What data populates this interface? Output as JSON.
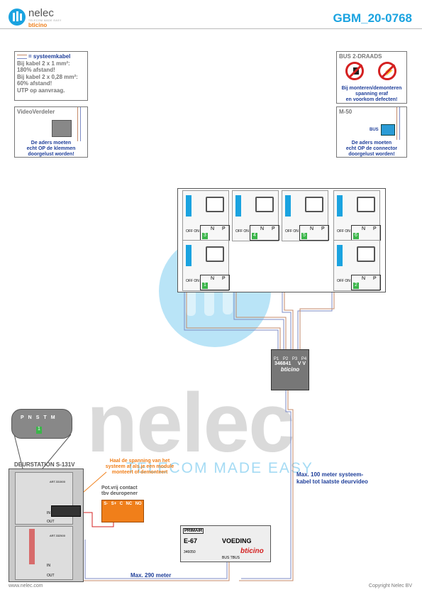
{
  "header": {
    "logo_name": "nelec",
    "logo_tagline": "TELECOM MADE EASY",
    "logo_brand": "bticino",
    "doc_code": "GBM_20-0768"
  },
  "notes": {
    "cable_title": "= systeemkabel",
    "cable_lines": [
      "Bij kabel 2 x 1 mm²:",
      "180% afstand!",
      "Bij kabel 2 x 0,28 mm²:",
      "60% afstand!",
      "UTP op aanvraag."
    ],
    "bus_title": "BUS 2-DRAADS",
    "bus_lines": [
      "Bij monteren/demonteren",
      "spanning eraf",
      "en voorkom defecten!"
    ],
    "vv_title": "VideoVerdeler",
    "vv_lines": [
      "De aders moeten",
      "echt OP de klemmen",
      "doorgelust worden!"
    ],
    "m50_title": "M-50",
    "m50_bus": "BUS",
    "m50_lines": [
      "De aders moeten",
      "echt OP de connector",
      "doorgelust worden!"
    ]
  },
  "stations": [
    {
      "num": "3",
      "n": "N",
      "p": "P",
      "off_on": "OFF ON"
    },
    {
      "num": "4",
      "n": "N",
      "p": "P",
      "off_on": "OFF ON"
    },
    {
      "num": "5",
      "n": "N",
      "p": "P",
      "off_on": "OFF ON"
    },
    {
      "num": "6",
      "n": "N",
      "p": "P",
      "off_on": "OFF ON"
    },
    {
      "num": "1",
      "n": "N",
      "p": "P",
      "off_on": "OFF ON"
    },
    {
      "num": "2",
      "n": "N",
      "p": "P",
      "off_on": "OFF ON"
    }
  ],
  "distributor": {
    "ports": [
      "P1",
      "P2",
      "P3",
      "P4"
    ],
    "code": "346841",
    "vv": "V V",
    "brand": "bticino"
  },
  "door": {
    "title": "DEURSTATION S-131V",
    "module_code1": "ART.331500",
    "module_code2": "ART.332500",
    "in": "IN",
    "out": "OUT",
    "keypad_labels": [
      "P",
      "N",
      "S",
      "T",
      "M"
    ],
    "keypad_num": "1"
  },
  "labels": {
    "voltage_note": [
      "Haal de spanning van het",
      "systeem af als je een module",
      "monteert of demonteert"
    ],
    "relay_title": [
      "Pot.vrij contact",
      "tbv deuropener"
    ],
    "relay_terms": [
      "S-",
      "S+",
      "C",
      "NC",
      "NO"
    ],
    "max100": [
      "Max. 100 meter systeem-",
      "kabel tot laatste deurvideo"
    ],
    "max290": "Max. 290 meter"
  },
  "psu": {
    "primair": "PRIMAIR",
    "model": "E-67",
    "title": "VOEDING",
    "code": "346050",
    "brand": "bticino",
    "terms": "BUS TBUS"
  },
  "watermark": {
    "text": "nelec",
    "sub": "TELECOM MADE EASY"
  },
  "footer": {
    "left": "www.nelec.com",
    "right": "Copyright Nelec BV"
  },
  "colors": {
    "accent_blue": "#1aa3e0",
    "note_blue": "#1f3f9a",
    "orange": "#f07f1a",
    "red": "#d42020",
    "green": "#3bb54a"
  }
}
